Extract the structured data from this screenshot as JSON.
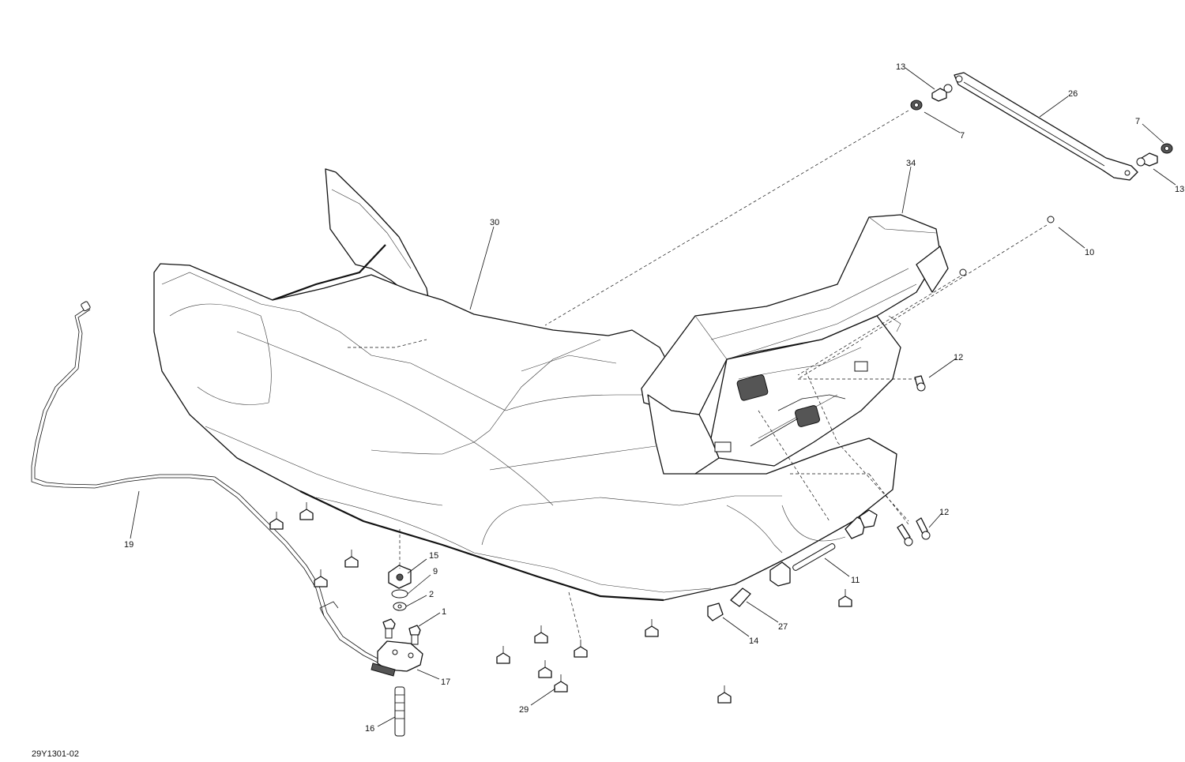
{
  "drawing_number": "29Y1301-02",
  "callouts": {
    "c1": "1",
    "c2": "2",
    "c7a": "7",
    "c7b": "7",
    "c9": "9",
    "c10": "10",
    "c11": "11",
    "c12a": "12",
    "c12b": "12",
    "c13a": "13",
    "c13b": "13",
    "c14": "14",
    "c15": "15",
    "c16": "16",
    "c17": "17",
    "c19": "19",
    "c26": "26",
    "c27": "27",
    "c29": "29",
    "c30": "30",
    "c34": "34"
  }
}
